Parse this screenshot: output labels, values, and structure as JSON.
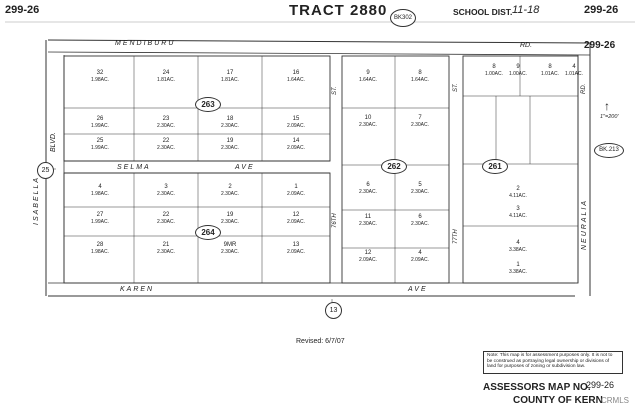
{
  "header": {
    "page_left": "299-26",
    "title": "TRACT 2880",
    "book": "BK302",
    "school_label": "SCHOOL DIST.",
    "school_value": "11-18",
    "page_right": "299-26"
  },
  "streets": {
    "north": "MENDIBURU",
    "north_rd": "RD.",
    "selma": "SELMA",
    "selma_ave": "AVE",
    "karen": "KAREN",
    "karen_ave": "AVE",
    "isabella": "ISABELLA",
    "blvd": "BLVD.",
    "st76": "76TH",
    "st76b": "ST.",
    "st77": "77TH",
    "st77b": "ST.",
    "neuralia": "NEURALIA",
    "rd_right": "RD."
  },
  "blocks": {
    "b263": "263",
    "b264": "264",
    "b262": "262",
    "b261": "261",
    "c25": "25",
    "c13": "13",
    "bk213": "BK.213",
    "scale": "1\"=200'"
  },
  "parcels_263": [
    {
      "num": "32",
      "acre": "1.98AC."
    },
    {
      "num": "24",
      "acre": "1.81AC."
    },
    {
      "num": "17",
      "acre": "1.81AC."
    },
    {
      "num": "16",
      "acre": "1.64AC."
    },
    {
      "num": "26",
      "acre": "1.99AC."
    },
    {
      "num": "23",
      "acre": "2.30AC."
    },
    {
      "num": "18",
      "acre": "2.30AC."
    },
    {
      "num": "15",
      "acre": "2.09AC."
    },
    {
      "num": "25",
      "acre": "1.99AC."
    },
    {
      "num": "22",
      "acre": "2.30AC."
    },
    {
      "num": "19",
      "acre": "2.30AC."
    },
    {
      "num": "14",
      "acre": "2.09AC."
    }
  ],
  "parcels_264": [
    {
      "num": "4",
      "acre": "1.98AC."
    },
    {
      "num": "3",
      "acre": "2.30AC."
    },
    {
      "num": "2",
      "acre": "2.30AC."
    },
    {
      "num": "1",
      "acre": "2.09AC."
    },
    {
      "num": "27",
      "acre": "1.99AC."
    },
    {
      "num": "22",
      "acre": "2.30AC."
    },
    {
      "num": "19",
      "acre": "2.30AC."
    },
    {
      "num": "12",
      "acre": "2.09AC."
    },
    {
      "num": "28",
      "acre": "1.98AC."
    },
    {
      "num": "21",
      "acre": "2.30AC."
    },
    {
      "num": "9MR",
      "acre": "2.30AC."
    },
    {
      "num": "13",
      "acre": "2.09AC."
    }
  ],
  "parcels_262": [
    {
      "num": "9",
      "acre": "1.64AC."
    },
    {
      "num": "8",
      "acre": "1.64AC."
    },
    {
      "num": "10",
      "acre": "2.30AC."
    },
    {
      "num": "7",
      "acre": "2.30AC."
    },
    {
      "num": "6",
      "acre": "2.30AC."
    },
    {
      "num": "5",
      "acre": "2.30AC."
    },
    {
      "num": "11",
      "acre": "2.30AC."
    },
    {
      "num": "6",
      "acre": "2.30AC."
    },
    {
      "num": "12",
      "acre": "2.09AC."
    },
    {
      "num": "4",
      "acre": "2.09AC."
    }
  ],
  "parcels_261": [
    {
      "num": "8",
      "acre": "1.00AC."
    },
    {
      "num": "9",
      "acre": "1.00AC."
    },
    {
      "num": "8",
      "acre": "1.01AC."
    },
    {
      "num": "4",
      "acre": "1.01AC."
    },
    {
      "num": "2",
      "acre": "4.11AC."
    },
    {
      "num": "3",
      "acre": "4.11AC."
    },
    {
      "num": "4",
      "acre": "3.38AC."
    },
    {
      "num": "1",
      "acre": "3.38AC."
    }
  ],
  "revised": "Revised: 6/7/07",
  "note": "Note: This map is for assessment purposes only. It is not to be construed as portraying legal ownership or divisions of land for purposes of zoning or subdivision law.",
  "footer": {
    "line1": "ASSESSORS MAP NO.",
    "map_no": "299-26",
    "line2": "COUNTY OF KERN",
    "watermark": "CRMLS"
  }
}
